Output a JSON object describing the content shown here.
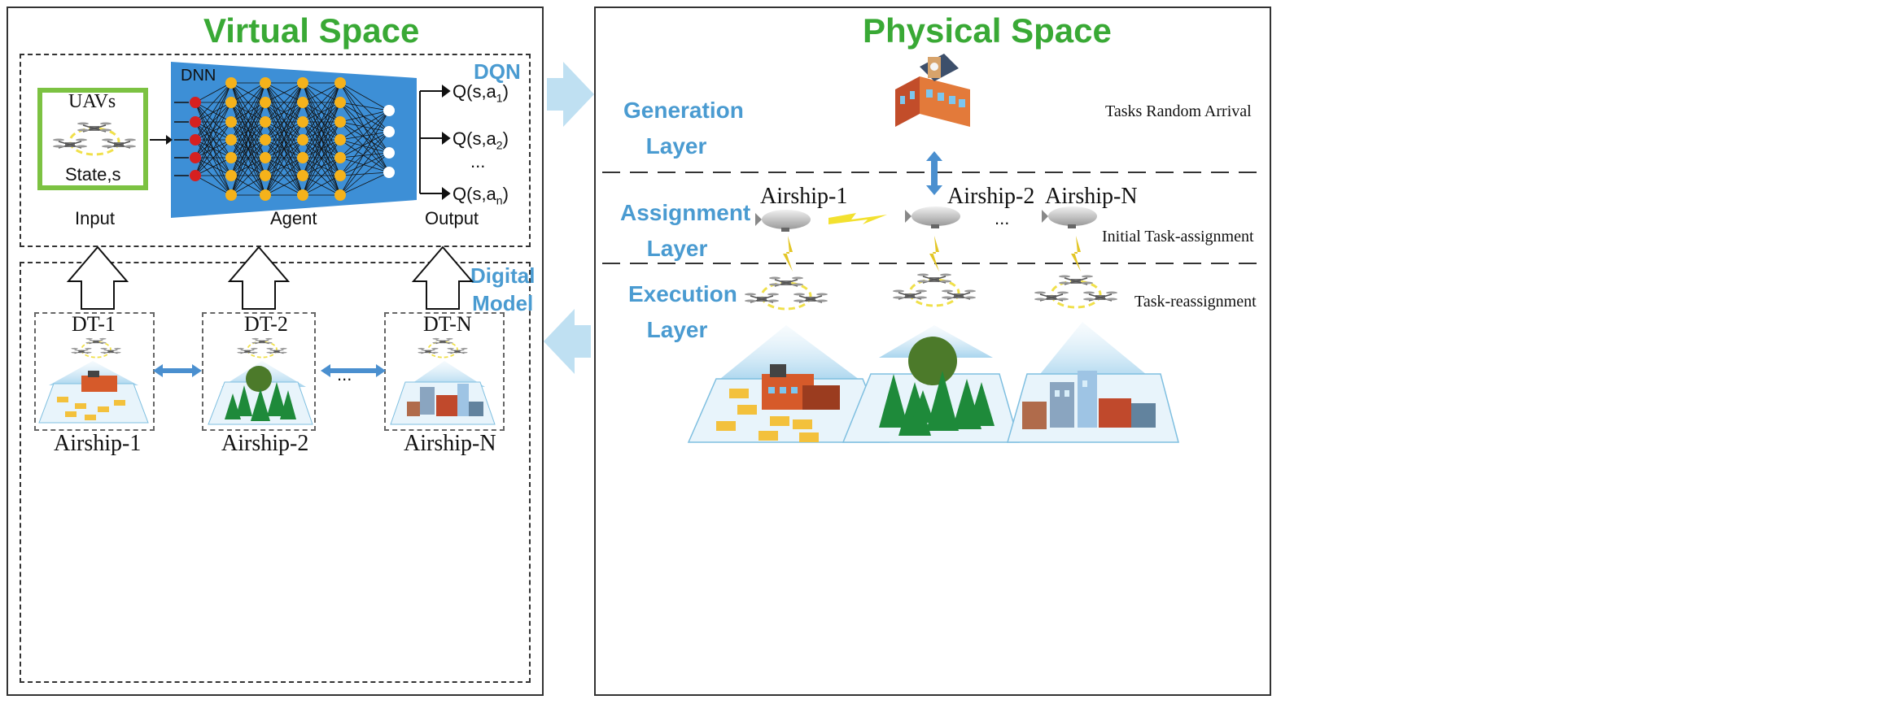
{
  "virtual_space": {
    "title": "Virtual Space",
    "dqn_label": "DQN",
    "dnn_label": "DNN",
    "input_box": {
      "uavs": "UAVs",
      "state": "State,s"
    },
    "input_label": "Input",
    "agent_label": "Agent",
    "output_label": "Output",
    "q_outputs": [
      "Q(s,a",
      "Q(s,a",
      "...",
      "Q(s,a"
    ],
    "q_subscripts": [
      "1",
      "2",
      "",
      "n"
    ],
    "digital_model_label": [
      "Digital",
      "Model"
    ],
    "digital_twins": [
      {
        "dt": "DT-1",
        "airship": "Airship-1"
      },
      {
        "dt": "DT-2",
        "airship": "Airship-2"
      },
      {
        "dt": "DT-N",
        "airship": "Airship-N"
      }
    ],
    "dt_ellipsis": "..."
  },
  "physical_space": {
    "title": "Physical Space",
    "layers": [
      {
        "name": [
          "Generation",
          "Layer"
        ],
        "note": "Tasks Random Arrival"
      },
      {
        "name": [
          "Assignment",
          "Layer"
        ],
        "note": "Initial Task-assignment"
      },
      {
        "name": [
          "Execution",
          "Layer"
        ],
        "note": "Task-reassignment"
      }
    ],
    "airships": [
      "Airship-1",
      "Airship-2",
      "Airship-N"
    ],
    "airship_ellipsis": "..."
  },
  "colors": {
    "green": "#39a935",
    "blue_label": "#4a9bd1",
    "dqn_fill": "#3d8fd6",
    "node_orange": "#f5b21b",
    "node_red": "#d62020",
    "arrow_light_blue": "#bfe0f2",
    "arrow_dark_blue": "#4a8fcf"
  }
}
